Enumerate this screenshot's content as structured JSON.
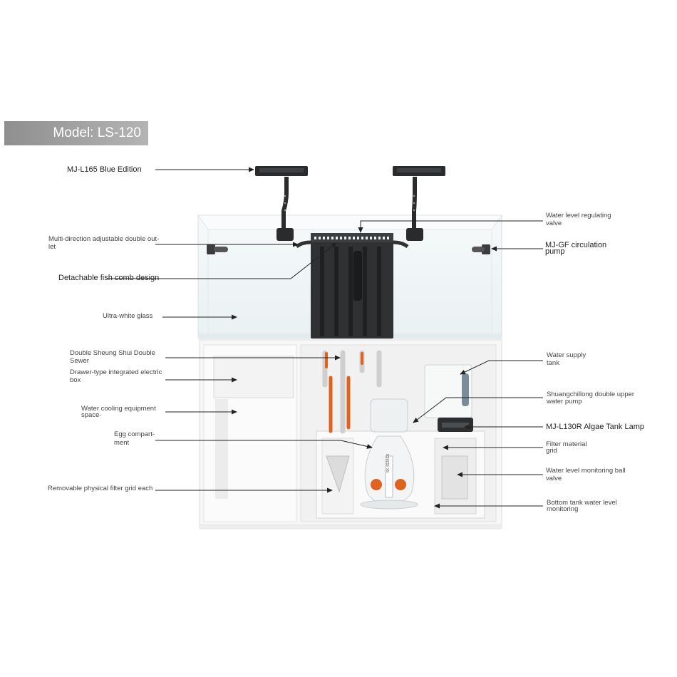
{
  "model": "Model: LS-120",
  "labels": {
    "lamp_top": "MJ-L165 Blue Edition",
    "outlet_1": "Multi-direction adjustable double out-",
    "outlet_2": "let",
    "fish_comb": "Detachable fish comb design",
    "glass": "Ultra-white glass",
    "sewer_1": "Double Sheung Shui Double",
    "sewer_2": "Sewer",
    "drawer_1": "Drawer-type integrated electric",
    "drawer_2": "box",
    "cooling_1": "Water cooling equipment",
    "cooling_2": "space-",
    "egg_1": "Egg compart-",
    "egg_2": "ment",
    "filter_grid": "Removable physical filter grid each",
    "valve_1": "Water level regulating",
    "valve_2": "valve",
    "circ_1": "MJ-GF circulation",
    "circ_2": "pump",
    "supply_1": "Water supply",
    "supply_2": "tank",
    "pump_1": "Shuangchillong double upper",
    "pump_2": "water pump",
    "algae_lamp": "MJ-L130R Algae Tank Lamp",
    "filter_mat_1": "Filter material",
    "filter_mat_2": "grid",
    "ball_valve_1": "Water level monitoring ball",
    "ball_valve_2": "valve",
    "bottom_1": "Bottom tank water level",
    "bottom_2": "monitoring",
    "skimmer_text": "SK SERIES"
  },
  "colors": {
    "badge": "#a3a3a3",
    "glass": "#eef4f6",
    "cabinet": "#f7f7f7",
    "pipe": "#e0621f",
    "overflow_box": "#2f3133",
    "arrow": "#222222"
  },
  "icons": [
    "led-lamp-icon",
    "circulation-pump-icon",
    "skimmer-icon",
    "arrow-icon"
  ]
}
